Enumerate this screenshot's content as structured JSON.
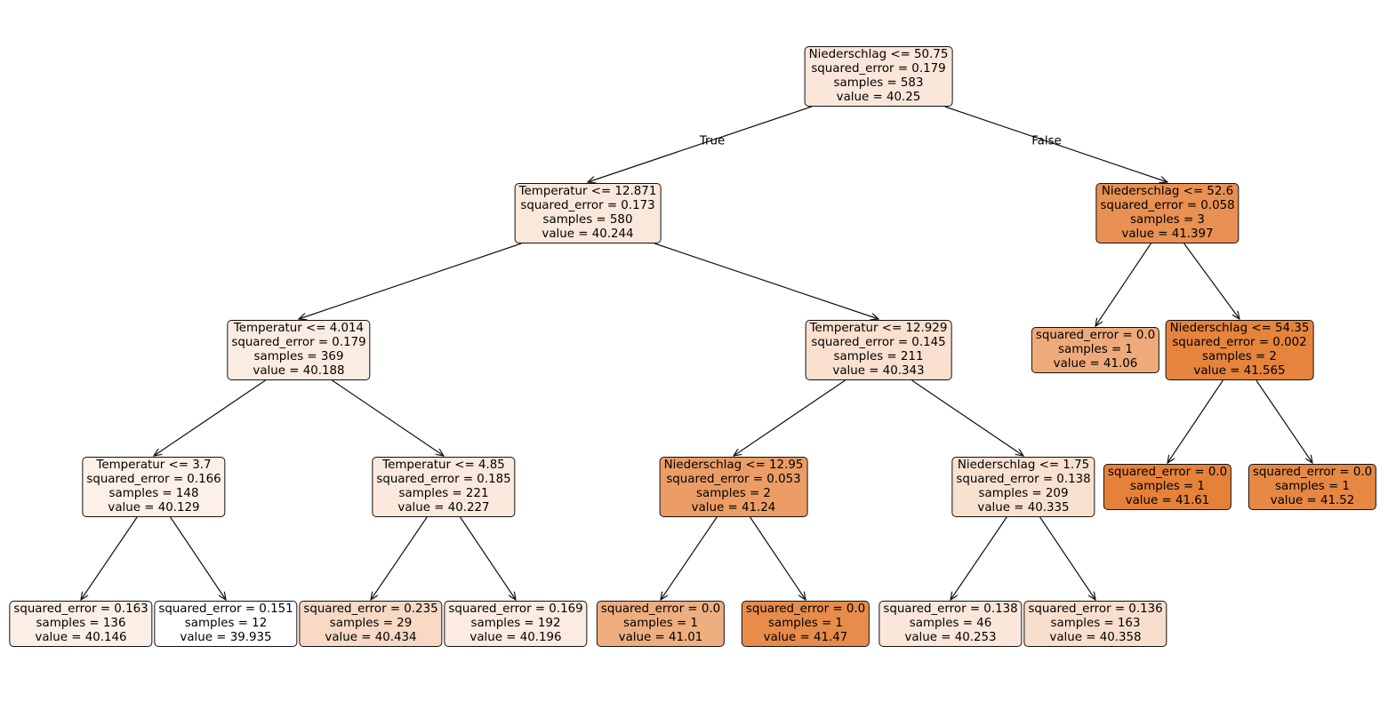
{
  "diagram": {
    "type": "regression-decision-tree",
    "fill_color_range": [
      "#ffffff",
      "#e58139"
    ],
    "value_range": [
      39.935,
      41.61
    ],
    "edge_labels": {
      "true_label": "True",
      "false_label": "False"
    },
    "nodes": [
      {
        "id": 0,
        "split": "Niederschlag <= 50.75",
        "squared_error": "squared_error = 0.179",
        "samples": "samples = 583",
        "value_text": "value = 40.25",
        "value": 40.25
      },
      {
        "id": 1,
        "split": "Temperatur <= 12.871",
        "squared_error": "squared_error = 0.173",
        "samples": "samples = 580",
        "value_text": "value = 40.244",
        "value": 40.244
      },
      {
        "id": 2,
        "split": "Niederschlag <= 52.6",
        "squared_error": "squared_error = 0.058",
        "samples": "samples = 3",
        "value_text": "value = 41.397",
        "value": 41.397
      },
      {
        "id": 3,
        "split": "Temperatur <= 4.014",
        "squared_error": "squared_error = 0.179",
        "samples": "samples = 369",
        "value_text": "value = 40.188",
        "value": 40.188
      },
      {
        "id": 4,
        "split": "Temperatur <= 12.929",
        "squared_error": "squared_error = 0.145",
        "samples": "samples = 211",
        "value_text": "value = 40.343",
        "value": 40.343
      },
      {
        "id": 5,
        "split": "",
        "squared_error": "squared_error = 0.0",
        "samples": "samples = 1",
        "value_text": "value = 41.06",
        "value": 41.06
      },
      {
        "id": 6,
        "split": "Niederschlag <= 54.35",
        "squared_error": "squared_error = 0.002",
        "samples": "samples = 2",
        "value_text": "value = 41.565",
        "value": 41.565
      },
      {
        "id": 7,
        "split": "Temperatur <= 3.7",
        "squared_error": "squared_error = 0.166",
        "samples": "samples = 148",
        "value_text": "value = 40.129",
        "value": 40.129
      },
      {
        "id": 8,
        "split": "Temperatur <= 4.85",
        "squared_error": "squared_error = 0.185",
        "samples": "samples = 221",
        "value_text": "value = 40.227",
        "value": 40.227
      },
      {
        "id": 9,
        "split": "Niederschlag <= 12.95",
        "squared_error": "squared_error = 0.053",
        "samples": "samples = 2",
        "value_text": "value = 41.24",
        "value": 41.24
      },
      {
        "id": 10,
        "split": "Niederschlag <= 1.75",
        "squared_error": "squared_error = 0.138",
        "samples": "samples = 209",
        "value_text": "value = 40.335",
        "value": 40.335
      },
      {
        "id": 11,
        "split": "",
        "squared_error": "squared_error = 0.0",
        "samples": "samples = 1",
        "value_text": "value = 41.61",
        "value": 41.61
      },
      {
        "id": 12,
        "split": "",
        "squared_error": "squared_error = 0.0",
        "samples": "samples = 1",
        "value_text": "value = 41.52",
        "value": 41.52
      },
      {
        "id": 13,
        "split": "",
        "squared_error": "squared_error = 0.163",
        "samples": "samples = 136",
        "value_text": "value = 40.146",
        "value": 40.146
      },
      {
        "id": 14,
        "split": "",
        "squared_error": "squared_error = 0.151",
        "samples": "samples = 12",
        "value_text": "value = 39.935",
        "value": 39.935
      },
      {
        "id": 15,
        "split": "",
        "squared_error": "squared_error = 0.235",
        "samples": "samples = 29",
        "value_text": "value = 40.434",
        "value": 40.434
      },
      {
        "id": 16,
        "split": "",
        "squared_error": "squared_error = 0.169",
        "samples": "samples = 192",
        "value_text": "value = 40.196",
        "value": 40.196
      },
      {
        "id": 17,
        "split": "",
        "squared_error": "squared_error = 0.0",
        "samples": "samples = 1",
        "value_text": "value = 41.01",
        "value": 41.01
      },
      {
        "id": 18,
        "split": "",
        "squared_error": "squared_error = 0.0",
        "samples": "samples = 1",
        "value_text": "value = 41.47",
        "value": 41.47
      },
      {
        "id": 19,
        "split": "",
        "squared_error": "squared_error = 0.138",
        "samples": "samples = 46",
        "value_text": "value = 40.253",
        "value": 40.253
      },
      {
        "id": 20,
        "split": "",
        "squared_error": "squared_error = 0.136",
        "samples": "samples = 163",
        "value_text": "value = 40.358",
        "value": 40.358
      }
    ],
    "edges": [
      {
        "from": 0,
        "to": 1
      },
      {
        "from": 0,
        "to": 2
      },
      {
        "from": 1,
        "to": 3
      },
      {
        "from": 1,
        "to": 4
      },
      {
        "from": 2,
        "to": 5
      },
      {
        "from": 2,
        "to": 6
      },
      {
        "from": 3,
        "to": 7
      },
      {
        "from": 3,
        "to": 8
      },
      {
        "from": 4,
        "to": 9
      },
      {
        "from": 4,
        "to": 10
      },
      {
        "from": 6,
        "to": 11
      },
      {
        "from": 6,
        "to": 12
      },
      {
        "from": 7,
        "to": 13
      },
      {
        "from": 7,
        "to": 14
      },
      {
        "from": 8,
        "to": 15
      },
      {
        "from": 8,
        "to": 16
      },
      {
        "from": 9,
        "to": 17
      },
      {
        "from": 9,
        "to": 18
      },
      {
        "from": 10,
        "to": 19
      },
      {
        "from": 10,
        "to": 20
      }
    ]
  }
}
